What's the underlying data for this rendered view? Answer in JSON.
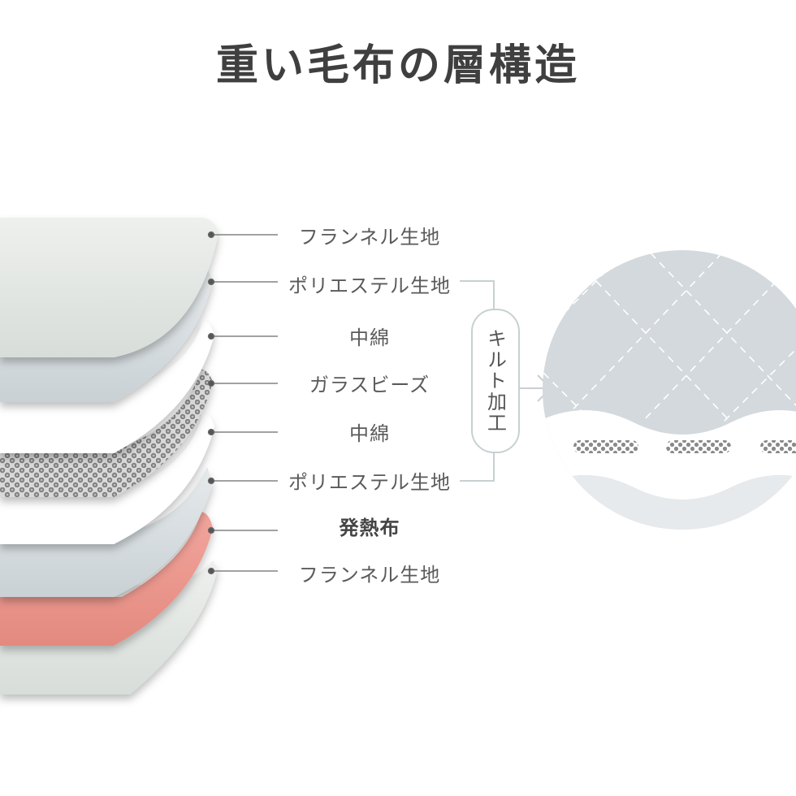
{
  "title": "重い毛布の層構造",
  "layers": [
    {
      "label": "フランネル生地",
      "bold": false
    },
    {
      "label": "ポリエステル生地",
      "bold": false
    },
    {
      "label": "中綿",
      "bold": false
    },
    {
      "label": "ガラスビーズ",
      "bold": false
    },
    {
      "label": "中綿",
      "bold": false
    },
    {
      "label": "ポリエステル生地",
      "bold": false
    },
    {
      "label": "発熱布",
      "bold": true
    },
    {
      "label": "フランネル生地",
      "bold": false
    }
  ],
  "quilt_label": "キルト加工",
  "colors": {
    "flannel": "#dfe4e1",
    "polyester": "#d3dadd",
    "cotton": "#ffffff",
    "beads": "#8a8a8a",
    "heating": "#e9948a",
    "line": "#c8d0d2"
  },
  "icons": [
    "layer-marker-dot",
    "arrow-right-icon",
    "quilt-detail-circle"
  ]
}
